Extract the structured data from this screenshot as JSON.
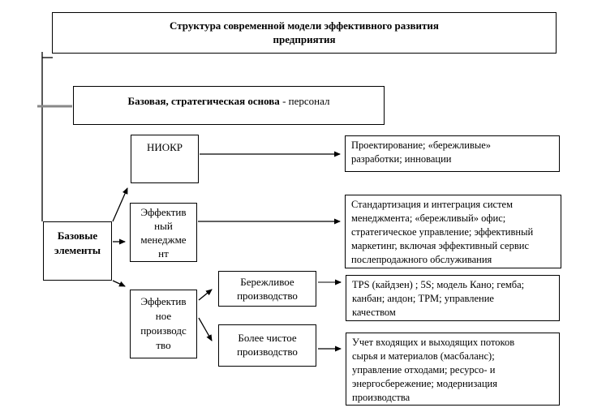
{
  "diagram": {
    "title": "Структура  современной модели эффективного развития\nпредприятия",
    "strategic_base": {
      "bold": "Базовая, стратегическая основа",
      "suffix": " - персонал"
    },
    "base_elements": "Базовые\nэлементы",
    "niokr": "НИОКР",
    "effective_management": "Эффектив\nный\nменеджме\nнт",
    "effective_production": "Эффектив\nное\nпроизводс\nтво",
    "lean_production": "Бережливое\nпроизводство",
    "cleaner_production": "Более чистое\nпроизводство",
    "niokr_details": "Проектирование; «бережливые»\nразработки; инновации",
    "management_details": "Стандартизация и интеграция систем\nменеджмента; «бережливый» офис;\nстратегическое управление; эффективный\nмаркетинг, включая эффективный  сервис\nпослепродажного обслуживания",
    "lean_details": "TPS (кайдзен) ; 5S; модель Кано; гемба;\nканбан; андон; TPM; управление\nкачеством",
    "cleaner_details": "Учет входящих и выходящих потоков\nсырья и материалов (масбаланс);\nуправление отходами; ресурсо- и\nэнергосбережение; модернизация\nпроизводства"
  },
  "colors": {
    "box_border": "#000000",
    "connector": "#000000",
    "gray_connector": "#888888"
  }
}
